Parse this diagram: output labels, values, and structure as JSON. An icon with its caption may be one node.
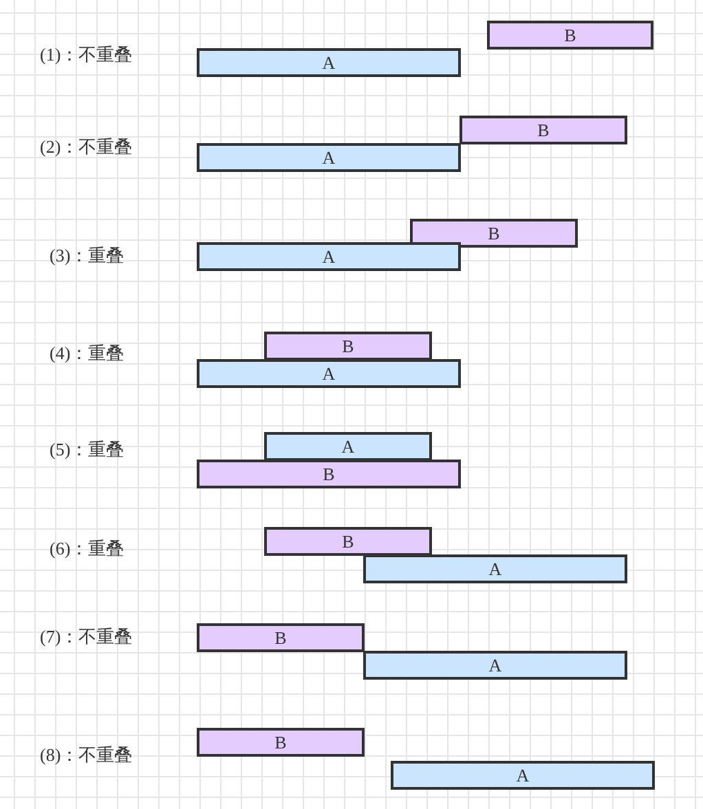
{
  "diagram": {
    "nodes": [
      {
        "text": [
          "B"
        ]
      },
      {
        "text": [
          "A"
        ]
      },
      {
        "text": [
          "B"
        ]
      },
      {
        "text": [
          "A"
        ]
      },
      {
        "text": [
          "B"
        ]
      },
      {
        "text": [
          "A"
        ]
      },
      {
        "text": [
          "B"
        ]
      },
      {
        "text": [
          "A"
        ]
      },
      {
        "text": [
          "A"
        ]
      },
      {
        "text": [
          "B"
        ]
      },
      {
        "text": [
          "B"
        ]
      },
      {
        "text": [
          "A"
        ]
      },
      {
        "text": [
          "B"
        ]
      },
      {
        "text": [
          "A"
        ]
      },
      {
        "text": [
          "B"
        ]
      },
      {
        "text": [
          "A"
        ]
      }
    ],
    "labels": [
      "(1)：不重叠",
      "(2)：不重叠",
      "(3)：重叠",
      "(4)：重叠",
      "(5)：重叠",
      "(6)：重叠",
      "(7)：不重叠",
      "(8)：不重叠"
    ]
  }
}
